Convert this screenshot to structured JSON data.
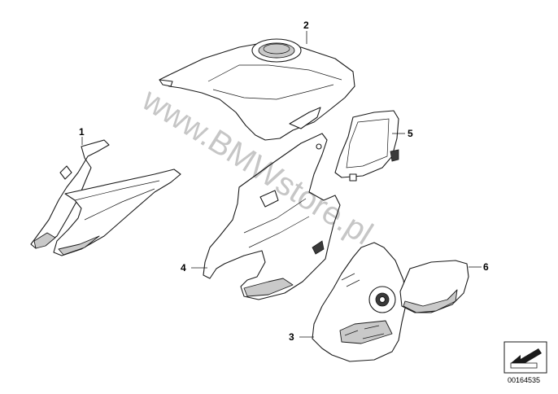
{
  "watermark": "www.BMWstore.pl",
  "diagram_number": "00164535",
  "callouts": [
    {
      "id": "1",
      "label": "1"
    },
    {
      "id": "2",
      "label": "2"
    },
    {
      "id": "3",
      "label": "3"
    },
    {
      "id": "4",
      "label": "4"
    },
    {
      "id": "5",
      "label": "5"
    },
    {
      "id": "6",
      "label": "6"
    }
  ],
  "icons": {
    "direction_indicator": "arrow-box-icon"
  }
}
